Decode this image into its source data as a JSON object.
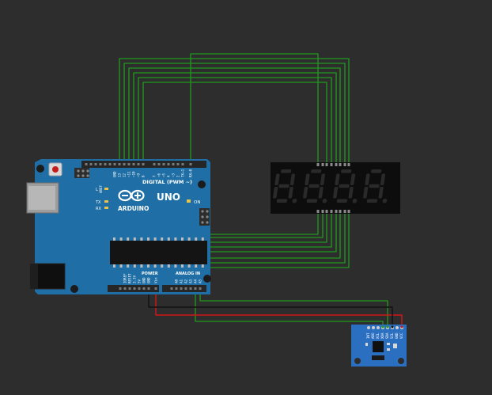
{
  "arduino": {
    "brand": "ARDUINO",
    "model": "UNO",
    "digital_header_label": "DIGITAL (PWM ~)",
    "on_label": "ON",
    "tx_label": "TX",
    "rx_label": "RX",
    "l_label": "L",
    "aref_label": "AREF",
    "power_label": "POWER",
    "analog_label": "ANALOG IN",
    "digital_pins": [
      "GND",
      "13",
      "12",
      "~11",
      "~10",
      "~9",
      "8",
      "7",
      "~6",
      "~5",
      "4",
      "~3",
      "2",
      "TX→1",
      "RX←0"
    ],
    "power_pins": [
      "IOREF",
      "RESET",
      "3.3V",
      "5V",
      "GND",
      "GND",
      "Vin"
    ],
    "analog_pins": [
      "A0",
      "A1",
      "A2",
      "A3",
      "A4",
      "A5"
    ],
    "board_color": "#1f6fa6",
    "logo_color": "#ffffff"
  },
  "display": {
    "digits": [
      "8.",
      "8.",
      "8.",
      "8."
    ],
    "segment_color": "#2a2a2a"
  },
  "sensor_module": {
    "pins": [
      "VCC",
      "GND",
      "SCL",
      "SDA",
      "XDA",
      "XCL",
      "ADO",
      "INT"
    ],
    "board_color": "#2b6fc0"
  },
  "wires": {
    "signal_color": "#1f9a1f",
    "power_color": "#d01818",
    "ground_color": "#111111"
  }
}
